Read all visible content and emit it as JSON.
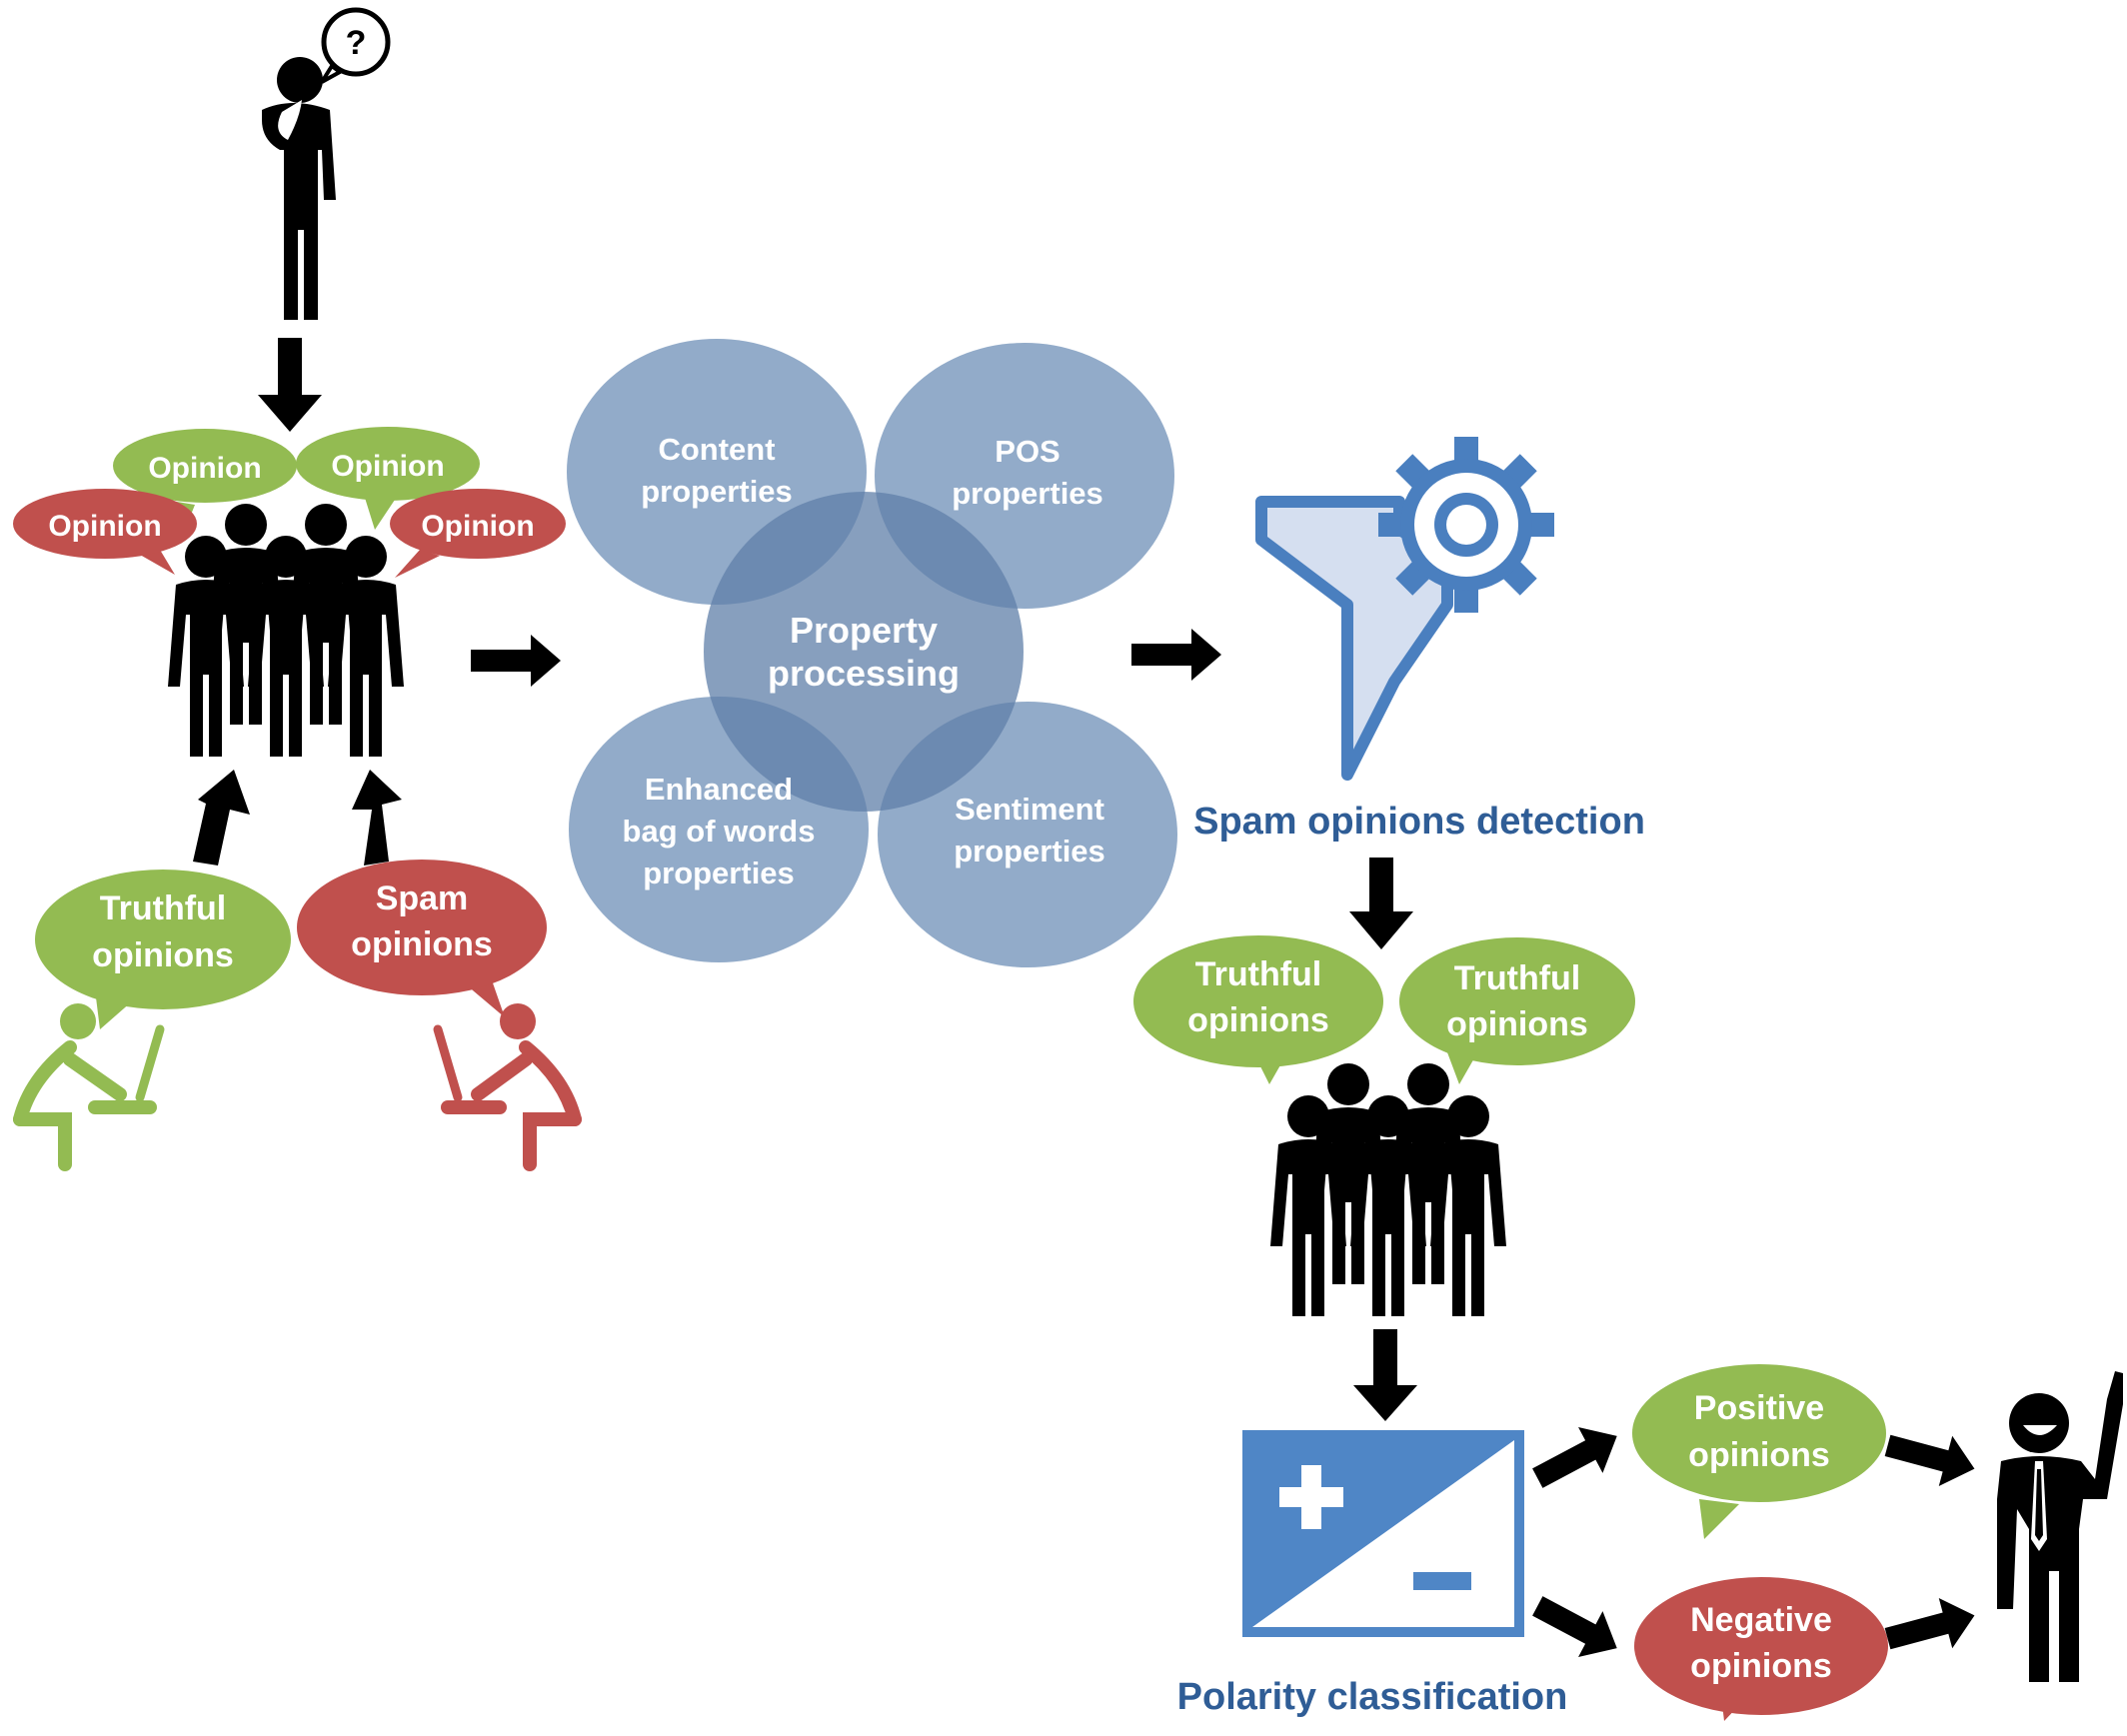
{
  "colors": {
    "green": "#93bb52",
    "red": "#c0504d",
    "blue_circle": "#7f9cbf",
    "dark_blue_text": "#2f5d96",
    "filter_blue": "#4a7fbf",
    "filter_fill": "#d5dff0",
    "polarity_blue": "#4f86c6",
    "black": "#000000",
    "white": "#ffffff"
  },
  "top_bubbles": {
    "b1": "Opinion",
    "b2": "Opinion",
    "b3": "Opinion",
    "b4": "Opinion"
  },
  "left_bubbles": {
    "truthful": [
      "Truthful",
      "opinions"
    ],
    "spam": [
      "Spam",
      "opinions"
    ]
  },
  "venn": {
    "content": [
      "Content",
      "properties"
    ],
    "pos": [
      "POS",
      "properties"
    ],
    "center": [
      "Property",
      "processing"
    ],
    "bow": [
      "Enhanced",
      "bag of words",
      "properties"
    ],
    "sentiment": [
      "Sentiment",
      "properties"
    ]
  },
  "spam_detection": {
    "label": "Spam opinions detection"
  },
  "right_bubbles": {
    "truthful1": [
      "Truthful",
      "opinions"
    ],
    "truthful2": [
      "Truthful",
      "opinions"
    ]
  },
  "polarity": {
    "label": "Polarity classification"
  },
  "outputs": {
    "positive": [
      "Positive",
      "opinions"
    ],
    "negative": [
      "Negative",
      "opinions"
    ]
  },
  "icons": {
    "thinking_person": "thinking-person-icon",
    "question_mark": "?",
    "crowd": "crowd-icon",
    "writer": "person-at-desk-icon",
    "filter_gear": "filter-gear-icon",
    "plus_minus": "plus-minus-icon",
    "happy_person": "happy-person-icon"
  }
}
